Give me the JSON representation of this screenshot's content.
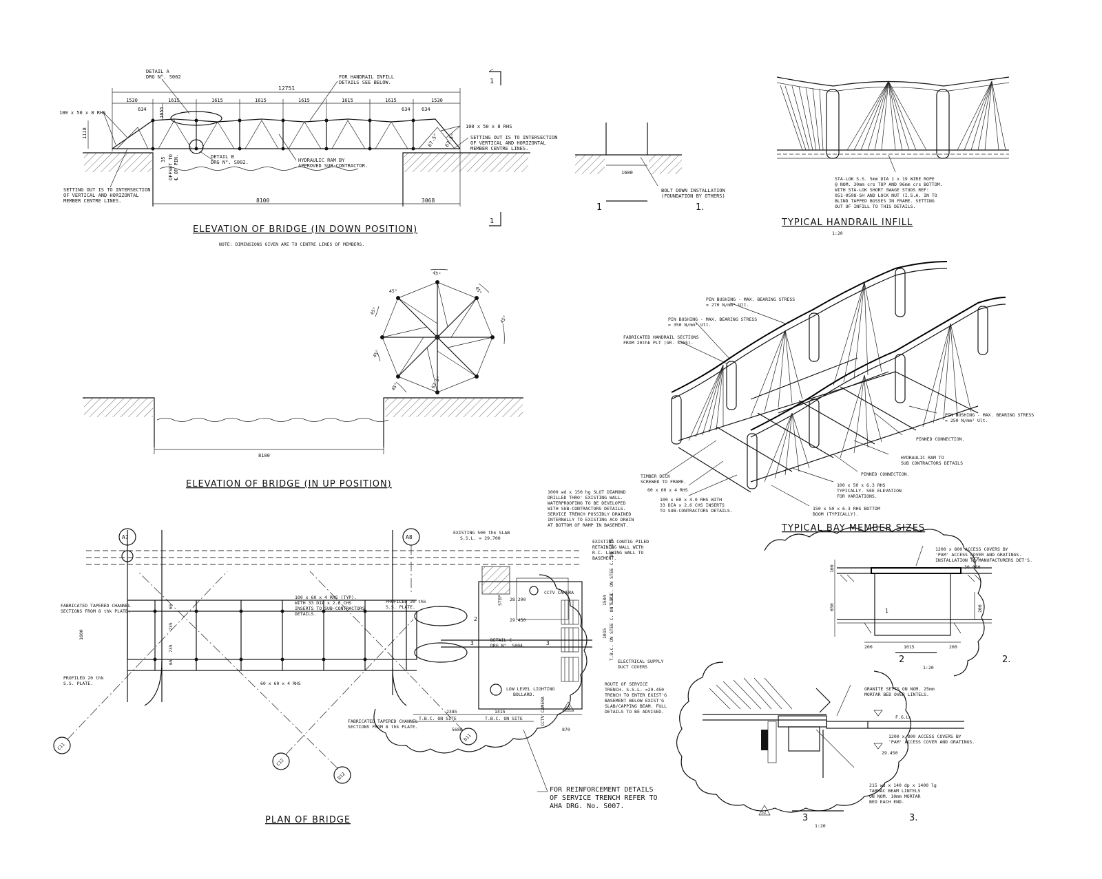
{
  "titles": {
    "elev_down": "ELEVATION OF BRIDGE (IN DOWN POSITION)",
    "elev_down_note": "NOTE: DIMENSIONS GIVEN ARE TO CENTRE LINES OF MEMBERS.",
    "elev_up": "ELEVATION OF BRIDGE (IN UP POSITION)",
    "handrail": "TYPICAL HANDRAIL INFILL",
    "handrail_scale": "1:20",
    "bay": "TYPICAL BAY MEMBER SIZES",
    "plan": "PLAN OF BRIDGE"
  },
  "elev_down": {
    "overall": "12751",
    "bays": [
      "1530",
      "1615",
      "1615",
      "1615",
      "1615",
      "1615",
      "1615",
      "1530"
    ],
    "dim_634a": "634",
    "dim_634b": "634",
    "dim_634c": "634",
    "dim_1055": "1055",
    "dim_1118": "1118",
    "dim_35": "35",
    "span_left": "8100",
    "span_right": "3068",
    "detail_a": "DETAIL A",
    "detail_a_ref": "DRG N°. S002",
    "detail_b": "DETAIL B",
    "detail_b_ref": "DRG N°. S002.",
    "infill_note_1": "FOR HANDRAIL INFILL",
    "infill_note_2": "DETAILS SEE BELOW.",
    "rhs_left": "100 x 50 x 8 RHS",
    "rhs_right": "100 x 50 x 8 RHS",
    "setout_r1": "SETTING OUT IS TO INTERSECTION",
    "setout_r2": "OF VERTICAL AND HORIZONTAL",
    "setout_r3": "MEMBER CENTRE LINES.",
    "setout_l1": "SETTING OUT IS TO INTERSECTION",
    "setout_l2": "OF VERTICAL AND HORIZONTAL",
    "setout_l3": "MEMBER CENTRE LINES.",
    "ram_1": "HYDRAULIC RAM BY",
    "ram_2": "APPROVED SUB-CONTRACTOR.",
    "offset_1": "OFFSET TO",
    "offset_2": "℄ OF PIN.",
    "angle_a": "67.5°",
    "angle_b": "67.5°",
    "section_mark_top": "1",
    "section_mark_bottom": "1"
  },
  "section1": {
    "dim": "1600",
    "note_1": "BOLT DOWN INSTALLATION",
    "note_2": "(FOUNDATION BY OTHERS)",
    "label_left": "1",
    "label_right": "1."
  },
  "handrail": {
    "note": [
      "STA-LOK S.S. 5mm DIA 1 x 19 WIRE ROPE",
      "@ NOM. 30mm crs TOP AND 96mm crs BOTTOM.",
      "WITH STA-LOK SHORT SWAGE STUDS REF:",
      "051-0598-SH AND LOCK NUT (I.S.A. IN TO",
      "BLIND TAPPED BOSSES IN FRAME. SETTING",
      "OUT OF INFILL TO THIS DETAILS."
    ]
  },
  "elev_up": {
    "span": "8100",
    "angles": [
      "45°",
      "45°",
      "45°",
      "45°",
      "45°",
      "45°",
      "45°",
      "67.5°"
    ]
  },
  "bay": {
    "pin1": [
      "PIN BUSHING - MAX. BEARING STRESS",
      "= 270 N/mm² Ult."
    ],
    "pin2": [
      "PIN BUSHING - MAX. BEARING STRESS",
      "= 350 N/mm² Ult."
    ],
    "fab": [
      "FABRICATED HANDRAIL SECTIONS",
      "FROM 20thk PLT (GR. S355)."
    ],
    "pin3": [
      "PIN BUSHING - MAX. BEARING STRESS",
      "= 250 N/mm² Ult."
    ],
    "pinned1": "PINNED CONNECTION.",
    "ram": [
      "HYDRAULIC RAM TO",
      "SUB CONTRACTORS DETAILS"
    ],
    "pinned2": "PINNED CONNECTION.",
    "rhs100": [
      "100 x 50 x 6.3 RHS",
      "TYPICALLY. SEE ELEVATION",
      "FOR VARIATIONS."
    ],
    "boom": [
      "150 x 50 x 6.3 RHS BOTTOM",
      "BOOM (TYPICALLY)."
    ],
    "timber": [
      "TIMBER DECK",
      "SCREWED TO FRAME."
    ],
    "rhs60": "60 x 60 x 4 RHS",
    "rhs100b": [
      "100 x 60 x 4.0 RHS WITH",
      "33 DIA x 2.6 CHS INSERTS",
      "TO SUB-CONTRACTORS DETAILS."
    ]
  },
  "plan": {
    "grids": [
      "A7",
      "A8",
      "C11",
      "C12",
      "D11",
      "D12"
    ],
    "slot": [
      "1000 wd x 150 hg SLOT DIAMOND",
      "DRILLED THRO' EXISTING WALL.",
      "WATERPROOFING TO BE DEVELOPED",
      "WITH SUB-CONTRACTORS DETAILS.",
      "SERVICE TRENCH POSSIBLY DRAINED",
      "INTERNALLY TO EXISTING ACO DRAIN",
      "AT BOTTOM OF RAMP IN BASEMENT."
    ],
    "slab": [
      "EXISTING 500 thk SLAB",
      "S.S.L. = 29.700"
    ],
    "contig": [
      "EXISTING CONTIG PILED",
      "RETAINING WALL WITH",
      "R.C. LINING WALL TO",
      "BASEMENT."
    ],
    "fab_left": [
      "FABRICATED TAPERED CHANNEL",
      "SECTIONS FROM 8 thk PLATE."
    ],
    "rhs_typ": [
      "100 x 60 x 4 RHS (TYP).",
      "WITH 33 DIA x 2.6 CHS",
      "INSERTS TO SUB-CONTRACTORS",
      "DETAILS."
    ],
    "profiled_right": [
      "PROFILED 20 thk",
      "S.S. PLATE."
    ],
    "profiled_left": [
      "PROFILED 20 thk",
      "S.S. PLATE."
    ],
    "rhs60": "60 x 60 x 4 RHS",
    "fab_bottom": [
      "FABRICATED TAPERED CHANNEL",
      "SECTIONS FROM 8 thk PLATE."
    ],
    "cctv": "CCTV CAMERA",
    "cctv_v": "CCTV CAMERA",
    "level_1": "28.200",
    "level_2": "29.450",
    "detail_c": "DETAIL C",
    "detail_c_ref": "DRG N°. S004.",
    "electrical": [
      "ELECTRICAL SUPPLY",
      "DUCT COVERS"
    ],
    "route": [
      "ROUTE OF SERVICE",
      "TRENCH. S.S.L. =29.450",
      "TRENCH TO ENTER EXIST'G",
      "BASEMENT BELOW EXIST'G",
      "SLAB/CAPPING BEAM. FULL",
      "DETAILS TO BE ADVISED."
    ],
    "lowlevel": [
      "LOW LEVEL LIGHTING",
      "BOLLARD."
    ],
    "dims": [
      "1600",
      "65",
      "735",
      "735",
      "65",
      "2385",
      "1415",
      "5680",
      "870",
      "1504",
      "1015"
    ],
    "tbc1": "T.B.C. ON SITE",
    "tbc2": "T.B.C. ON SITE",
    "tbc_v1": "T.B.C. ON STEE C. ON SITE",
    "tbc_v2": "T.B.C. ON STEE C. ON SITE",
    "step": "STEP",
    "reinf": [
      "FOR REINFORCEMENT DETAILS",
      "OF SERVICE TRENCH REFER TO",
      "AHA DRG. No. S007."
    ]
  },
  "sec2": {
    "note": [
      "1200 x 800 ACCESS COVERS BY",
      "'PAM' ACCESS COVER AND GRATINGS.",
      "INSTALLATION TO MANUFACTURERS DET'S."
    ],
    "level": "30.000",
    "d100": "100",
    "d650": "650",
    "d200r": "200",
    "d200a": "200",
    "d1015": "1015",
    "d200b": "200",
    "label": "2",
    "label_right": "2.",
    "scale": "1:20"
  },
  "sec3": {
    "granite": [
      "GRANITE SETTS ON NOM. 25mm",
      "MORTAR BED OVER LINTELS."
    ],
    "fgl": "F.G.L.",
    "cover": [
      "1200 x 800 ACCESS COVERS BY",
      "'PAM' ACCESS COVER AND GRATINGS."
    ],
    "level": "29.450",
    "lintel": [
      "215 wd x 140 dp x 1400 lg",
      "TARMAC BEAM LINTELS",
      "ON NOM. 10mm MORTAR",
      "BED EACH END."
    ],
    "label": "3",
    "label_right": "3.",
    "scale": "1:20"
  },
  "markers": {
    "s1": "1",
    "s2": "2",
    "s3": "3",
    "s3b": "3",
    "tri1": "S2",
    "tri2": "S2"
  }
}
